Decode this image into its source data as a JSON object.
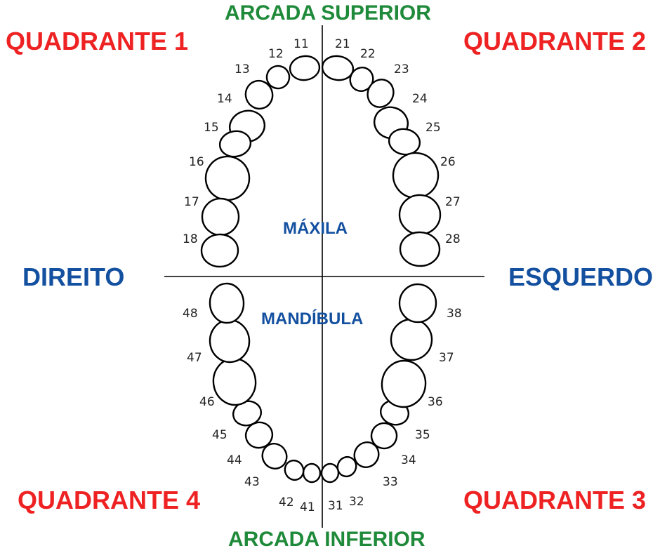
{
  "arcada_superior": "ARCADA SUPERIOR",
  "arcada_inferior": "ARCADA INFERIOR",
  "quadrante_1": "QUADRANTE 1",
  "quadrante_2": "QUADRANTE 2",
  "quadrante_3": "QUADRANTE 3",
  "quadrante_4": "QUADRANTE 4",
  "direito": "DIREITO",
  "esquerdo": "ESQUERDO",
  "maxila": "MÁXILA",
  "mandibula": "MANDÍBULA",
  "colors": {
    "quadrant": "#ee2222",
    "arch": "#1f8a3a",
    "side": "#1450a0",
    "region": "#1450a0",
    "tooth_outline": "#000000"
  },
  "teeth": {
    "upper_right": [
      "11",
      "12",
      "13",
      "14",
      "15",
      "16",
      "17",
      "18"
    ],
    "upper_left": [
      "21",
      "22",
      "23",
      "24",
      "25",
      "26",
      "27",
      "28"
    ],
    "lower_left": [
      "31",
      "32",
      "33",
      "34",
      "35",
      "36",
      "37",
      "38"
    ],
    "lower_right": [
      "41",
      "42",
      "43",
      "44",
      "45",
      "46",
      "47",
      "48"
    ]
  }
}
